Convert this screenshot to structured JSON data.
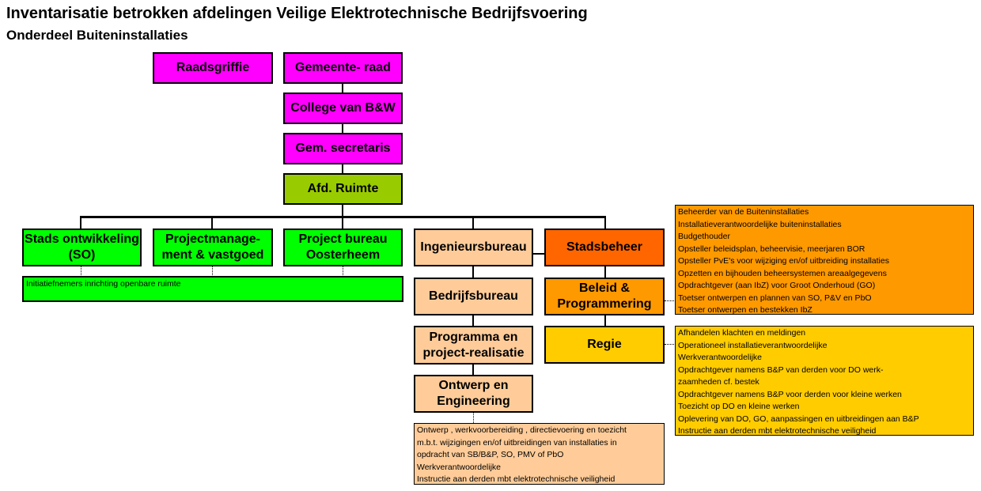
{
  "title": "Inventarisatie betrokken afdelingen Veilige Elektrotechnische Bedrijfsvoering",
  "subtitle": "Onderdeel Buiteninstallaties",
  "boxes": {
    "raadsgriffie": "Raadsgriffie",
    "gemeenteraad": "Gemeente- raad",
    "college": "College van B&W",
    "secretaris": "Gem. secretaris",
    "ruimte": "Afd. Ruimte",
    "stads_ontwikkeling_1": "Stads ontwikkeling",
    "stads_ontwikkeling_2": "(SO)",
    "projectmanagement_1": "Projectmanage-",
    "projectmanagement_2": "ment & vastgoed",
    "project_bureau_1": "Project bureau",
    "project_bureau_2": "Oosterheem",
    "ingenieursbureau": "Ingenieursbureau",
    "stadsbeheer": "Stadsbeheer",
    "bedrijfsbureau": "Bedrijfsbureau",
    "beleid_1": "Beleid &",
    "beleid_2": "Programmering",
    "programma_1": "Programma en",
    "programma_2": "project-realisatie",
    "regie": "Regie",
    "ontwerp_1": "Ontwerp en",
    "ontwerp_2": "Engineering"
  },
  "notes": {
    "initiatiefnemers": [
      "Initiatiefnemers inrichting openbare ruimte"
    ],
    "beleid": [
      "Beheerder van de Buiteninstallaties",
      "Installatieverantwoordelijke buiteninstallaties",
      "Budgethouder",
      "Opsteller beleidsplan, beheervisie, meerjaren BOR",
      "Opsteller PvE's voor wijziging en/of uitbreiding installaties",
      "Opzetten en bijhouden beheersystemen areaalgegevens",
      "Opdrachtgever (aan IbZ) voor Groot Onderhoud (GO)",
      "Toetser ontwerpen en plannen van SO, P&V en PbO",
      "Toetser ontwerpen en bestekken IbZ"
    ],
    "regie": [
      "Afhandelen klachten en meldingen",
      "Operationeel installatieverantwoordelijke",
      "Werkverantwoordelijke",
      "Opdrachtgever namens B&P van derden voor DO werk-",
      "zaamheden cf. bestek",
      "Opdrachtgever namens B&P voor derden voor kleine werken",
      "Toezicht op DO en kleine werken",
      "Oplevering van DO, GO, aanpassingen en uitbreidingen aan B&P",
      "Instructie aan derden mbt elektrotechnische veiligheid"
    ],
    "ontwerp": [
      "Ontwerp , werkvoorbereiding , directievoering en toezicht",
      "m.b.t. wijzigingen en/of uitbreidingen van installaties in",
      "opdracht van SB/B&P, SO, PMV of PbO",
      "Werkverantwoordelijke",
      "Instructie aan derden mbt elektrotechnische veiligheid"
    ]
  },
  "colors": {
    "magenta": "#ff00ff",
    "olive": "#99cc00",
    "green": "#00ff00",
    "peach": "#ffcc99",
    "orange": "#ff6600",
    "amber": "#ff9900",
    "yellow": "#ffcc00"
  }
}
